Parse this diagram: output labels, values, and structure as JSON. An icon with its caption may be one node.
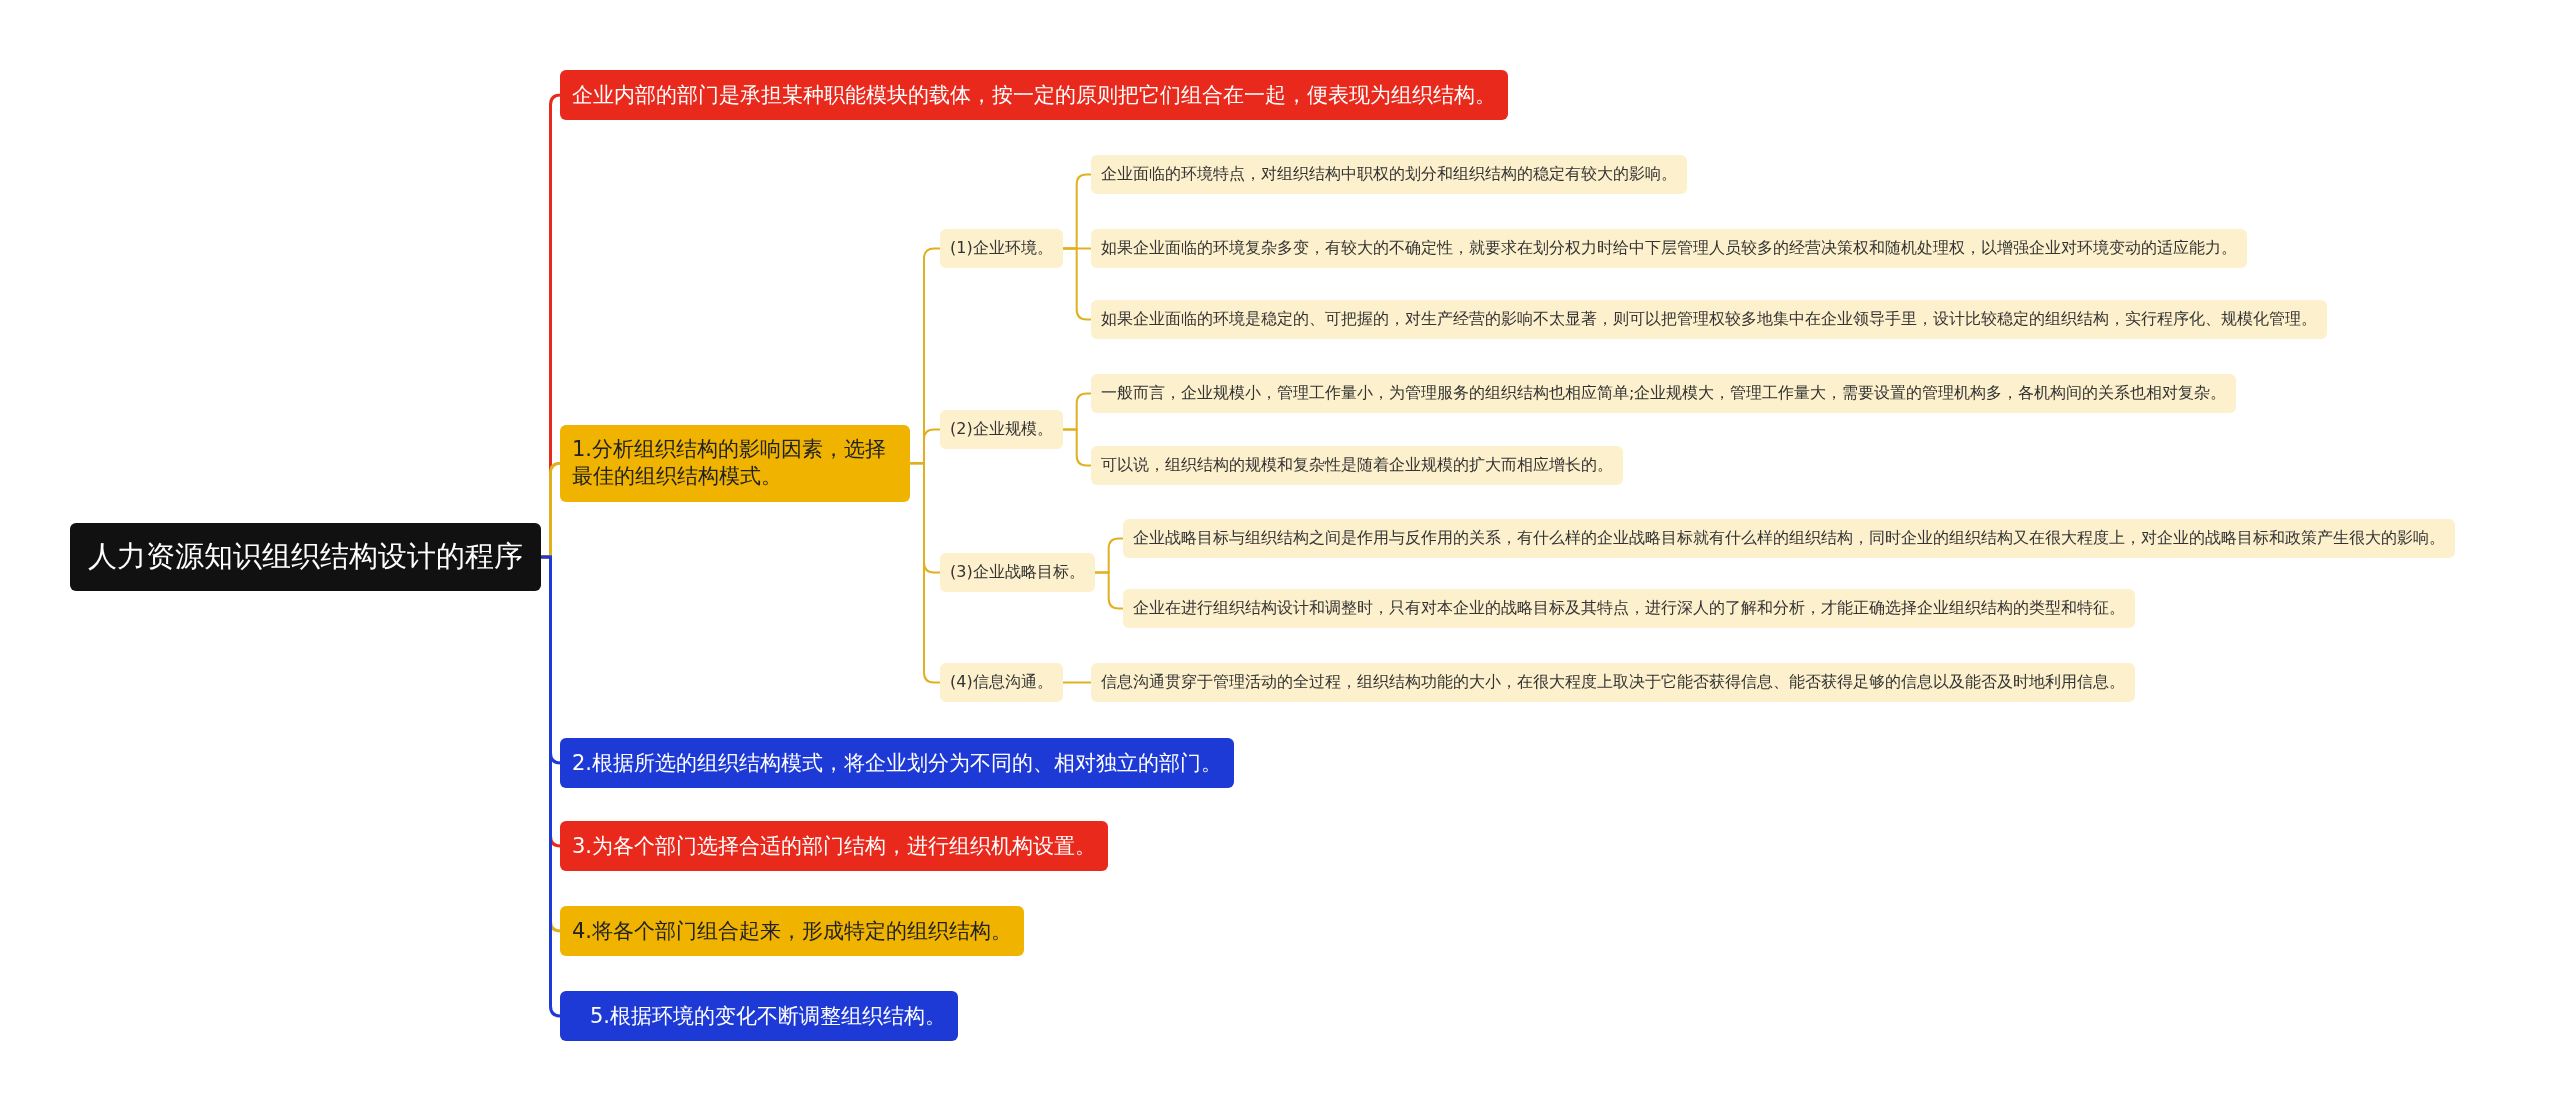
{
  "diagram": {
    "nodes": [
      {
        "text": [
          "人力资源知识组织结构设计的程序"
        ]
      },
      {
        "text": [
          "企业内部的部门是承担某种职能模块的载体，按一定的原则把它们组合在一起，便表现为组织结构。"
        ]
      },
      {
        "text": [
          "1.分析组织结构的影响因素，选择最佳的组织结构模式。"
        ]
      },
      {
        "text": [
          "(1)企业环境。"
        ]
      },
      {
        "text": [
          "企业面临的环境特点，对组织结构中职权的划分和组织结构的稳定有较大的影响。"
        ]
      },
      {
        "text": [
          "如果企业面临的环境复杂多变，有较大的不确定性，就要求在划分权力时给中下层管理人员较多的经营决策权和随机处理权，以增强企业对环境变动的适应能力。"
        ]
      },
      {
        "text": [
          "如果企业面临的环境是稳定的、可把握的，对生产经营的影响不太显著，则可以把管理权较多地集中在企业领导手里，设计比较稳定的组织结构，实行程序化、规模化管理。"
        ]
      },
      {
        "text": [
          "(2)企业规模。"
        ]
      },
      {
        "text": [
          "一般而言，企业规模小，管理工作量小，为管理服务的组织结构也相应简单;企业规模大，管理工作量大，需要设置的管理机构多，各机构间的关系也相对复杂。"
        ]
      },
      {
        "text": [
          "可以说，组织结构的规模和复杂性是随着企业规模的扩大而相应增长的。"
        ]
      },
      {
        "text": [
          "(3)企业战略目标。"
        ]
      },
      {
        "text": [
          "企业战略目标与组织结构之间是作用与反作用的关系，有什么样的企业战略目标就有什么样的组织结构，同时企业的组织结构又在很大程度上，对企业的战略目标和政策产生很大的影响。"
        ]
      },
      {
        "text": [
          "企业在进行组织结构设计和调整时，只有对本企业的战略目标及其特点，进行深人的了解和分析，才能正确选择企业组织结构的类型和特征。"
        ]
      },
      {
        "text": [
          "(4)信息沟通。"
        ]
      },
      {
        "text": [
          "信息沟通贯穿于管理活动的全过程，组织结构功能的大小，在很大程度上取决于它能否获得信息、能否获得足够的信息以及能否及时地利用信息。"
        ]
      },
      {
        "text": [
          "2.根据所选的组织结构模式，将企业划分为不同的、相对独立的部门。"
        ]
      },
      {
        "text": [
          "3.为各个部门选择合适的部门结构，进行组织机构设置。"
        ]
      },
      {
        "text": [
          "4.将各个部门组合起来，形成特定的组织结构。"
        ]
      },
      {
        "text": [
          "5.根据环境的变化不断调整组织结构。"
        ]
      }
    ],
    "edges": [
      {
        "from": 0,
        "to": 1,
        "arrow": "none",
        "color": "#e8291c"
      },
      {
        "from": 0,
        "to": 2,
        "arrow": "none"
      },
      {
        "from": 2,
        "to": 3,
        "arrow": "none"
      },
      {
        "from": 3,
        "to": 4,
        "arrow": "none"
      },
      {
        "from": 3,
        "to": 5,
        "arrow": "none"
      },
      {
        "from": 3,
        "to": 6,
        "arrow": "none"
      },
      {
        "from": 2,
        "to": 7,
        "arrow": "none"
      },
      {
        "from": 7,
        "to": 8,
        "arrow": "none"
      },
      {
        "from": 7,
        "to": 9,
        "arrow": "none"
      },
      {
        "from": 2,
        "to": 10,
        "arrow": "none"
      },
      {
        "from": 10,
        "to": 11,
        "arrow": "none"
      },
      {
        "from": 10,
        "to": 12,
        "arrow": "none"
      },
      {
        "from": 2,
        "to": 13,
        "arrow": "none"
      },
      {
        "from": 13,
        "to": 14,
        "arrow": "none"
      },
      {
        "from": 0,
        "to": 15,
        "arrow": "none",
        "color": "#1e3ad6"
      },
      {
        "from": 0,
        "to": 16,
        "arrow": "none",
        "color": "#e8291c"
      },
      {
        "from": 0,
        "to": 17,
        "arrow": "none"
      },
      {
        "from": 0,
        "to": 18,
        "arrow": "none",
        "color": "#1e3ad6"
      }
    ]
  }
}
